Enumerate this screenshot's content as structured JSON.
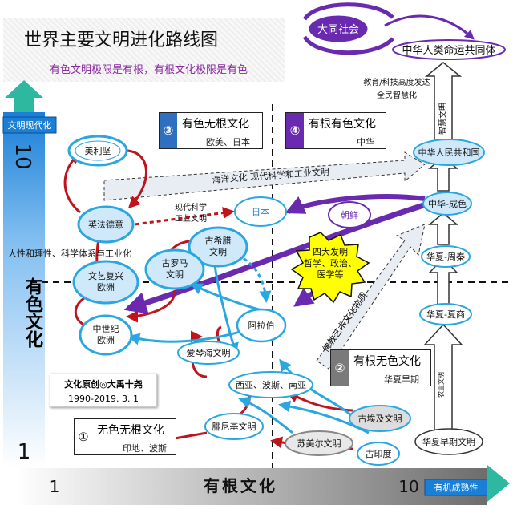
{
  "header": {
    "title": "世界主要文明进化路线图",
    "subtitle": "有色文明极限是有根，有根文化极限是有色"
  },
  "axes": {
    "y_axis_label": "有色文化",
    "y_axis_arrow_label": "文明现代化",
    "y_max": "10",
    "y_min": "1",
    "x_axis_label": "有根文化",
    "x_axis_arrow_label": "有机成熟性",
    "x_min": "1",
    "x_max": "10"
  },
  "quadrants": [
    {
      "number": "③",
      "title": "有色无根文化",
      "examples": "欧美、日本",
      "color": "#2e6fc0"
    },
    {
      "number": "④",
      "title": "有根有色文化",
      "examples": "中华",
      "color": "#6a2ab0"
    },
    {
      "number": "②",
      "title": "有根无色文化",
      "examples": "华夏早期",
      "color": "#7a7a7a"
    },
    {
      "number": "①",
      "title": "无色无根文化",
      "examples": "印地、波斯",
      "color": "#ffffff"
    }
  ],
  "nodes": {
    "datong": "大同社会",
    "community": "中华人类命运共同体",
    "prc": "中华人民共和国",
    "zhonghua_chengse": "中华-成色",
    "huaxia_zhouqin": "华夏-周秦",
    "huaxia_xiashang": "华夏-夏商",
    "huaxia_early": "华夏早期文明",
    "america": "美利坚",
    "england_france_germany": "英法德意",
    "renaissance_line1": "文艺复兴",
    "renaissance_line2": "欧洲",
    "medieval_line1": "中世纪",
    "medieval_line2": "欧洲",
    "greece_line1": "古希腊",
    "greece_line2": "文明",
    "rome_line1": "古罗马",
    "rome_line2": "文明",
    "aegean": "爱琴海文明",
    "phoenicia": "腓尼基文明",
    "arab": "阿拉伯",
    "westasia": "西亚、波斯、南亚",
    "egypt": "古埃及文明",
    "sumer": "苏美尔文明",
    "india": "古印度",
    "japan": "日本",
    "korea": "朝鲜"
  },
  "annotations": {
    "education": "教育/科技高度发达",
    "wisdom": "全民智慧化",
    "ocean": "海洋文化  现代科学和工业文明",
    "modern_science_line1": "现代科学",
    "modern_science_line2": "工业文明",
    "humanity": "人性和理性、科学体系与工业化",
    "four_inventions_line1": "四大发明",
    "four_inventions_line2": "哲学、政治、",
    "four_inventions_line3": "医学等",
    "buddhism": "佛教艺术文化物质",
    "wisdom_civ": "智慧文明",
    "agri": "农业文明"
  },
  "stamp": {
    "line1": "文化原创◎大禹十尧",
    "line2": "1990-2019. 3. 1"
  }
}
